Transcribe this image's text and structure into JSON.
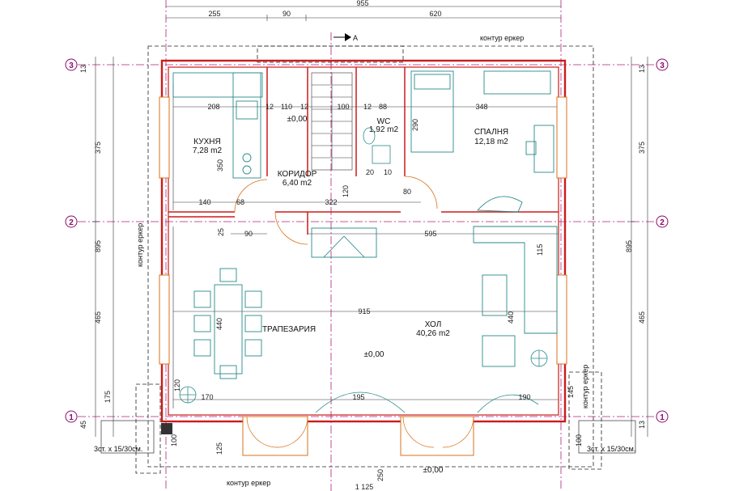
{
  "axes": [
    "3",
    "2",
    "1"
  ],
  "top_dims": {
    "total": "955",
    "a": "255",
    "b": "90",
    "c": "620"
  },
  "rooms": {
    "kitchen": {
      "name": "КУХНЯ",
      "area": "7,28 m2"
    },
    "corridor": {
      "name": "КОРИДОР",
      "area": "6,40 m2"
    },
    "wc": {
      "name": "WC",
      "area": "1,92 m2"
    },
    "bedroom": {
      "name": "СПАЛНЯ",
      "area": "12,18 m2"
    },
    "dining": {
      "name": "ТРАПЕЗАРИЯ"
    },
    "hall": {
      "name": "ХОЛ",
      "area": "40,26 m2"
    }
  },
  "levels": {
    "corridor": "±0,00",
    "hall": "±0,00",
    "terrace": "±0,00"
  },
  "annotations": {
    "bay_top": "контур еркер",
    "bay_left": "контур еркер",
    "bay_right": "контур еркер",
    "bay_bottom": "контур еркер",
    "section": "A",
    "steps_left": "3ст. х 15/30см.",
    "steps_right": "3ст. х 15/30см."
  },
  "left_dims": {
    "d13": "13",
    "d375": "375",
    "d895": "895",
    "d465": "465",
    "d45": "45"
  },
  "right_dims": {
    "d13": "13",
    "d375": "375",
    "d895": "895",
    "d465": "465",
    "d13b": "13"
  },
  "inner_dims": {
    "w208": "208",
    "w12a": "12",
    "w110": "110",
    "w12b": "12",
    "w100": "100",
    "w12c": "12",
    "w88": "88",
    "w348": "348",
    "w140": "140",
    "w322": "322",
    "w595": "595",
    "w915": "915",
    "w170": "170",
    "w195": "195",
    "w190": "190",
    "w68": "68",
    "w90": "90",
    "w80": "80",
    "w20": "20",
    "w10": "10",
    "h290": "290",
    "h350": "350",
    "h120": "120",
    "h440": "440",
    "h440b": "440",
    "h115": "115",
    "h125": "125",
    "h250": "250",
    "h100a": "100",
    "h100b": "100",
    "w1125": "1 125",
    "h145": "145",
    "h175": "175",
    "h120b": "120",
    "h25": "25"
  }
}
